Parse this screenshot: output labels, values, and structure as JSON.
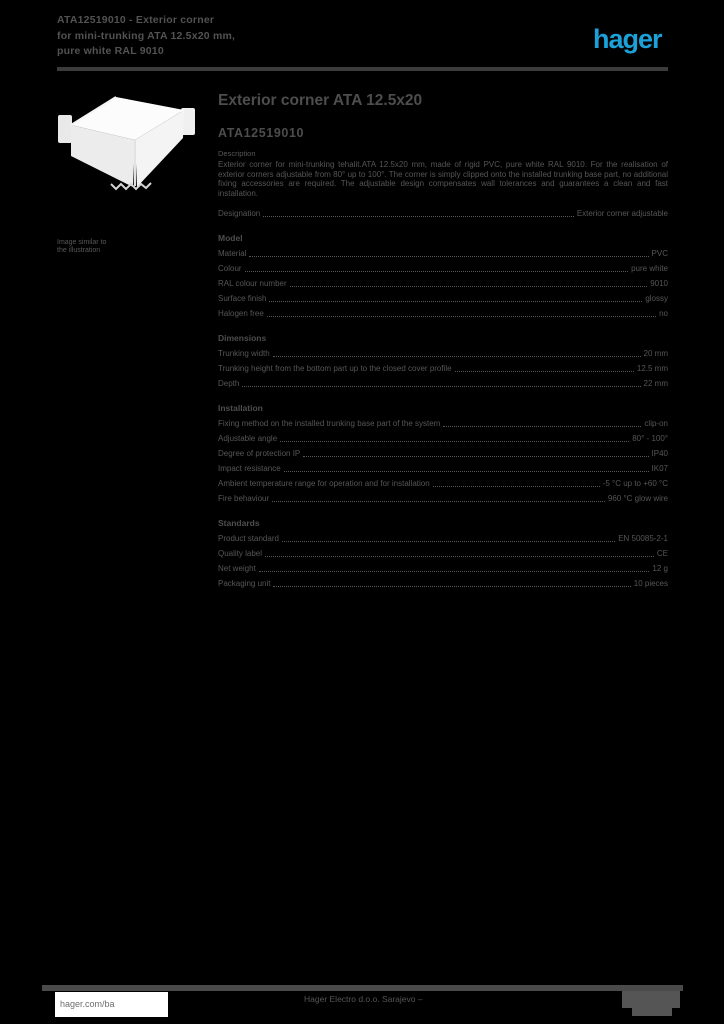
{
  "header": {
    "product_lines": [
      "ATA12519010 - Exterior corner",
      "for mini-trunking ATA 12.5x20 mm,",
      "pure white RAL 9010"
    ],
    "logo_text": "hager",
    "logo_color": "#1ba0d8"
  },
  "image_caption": {
    "line1": "Image similar to",
    "line2": "the illustration"
  },
  "main": {
    "title": "Exterior corner ATA 12.5x20",
    "reference": "ATA12519010",
    "description_label": "Description",
    "description": "Exterior corner for mini-trunking tehalit.ATA 12.5x20 mm, made of rigid PVC, pure white RAL 9010. For the realisation of exterior corners adjustable from 80° up to 100°. The corner is simply clipped onto the installed trunking base part, no additional fixing accessories are required. The adjustable design compensates wall tolerances and guarantees a clean and fast installation."
  },
  "specs": {
    "sections": [
      {
        "title": "",
        "rows": [
          {
            "label": "Designation",
            "value": "Exterior corner adjustable"
          }
        ]
      },
      {
        "title": "Model",
        "rows": [
          {
            "label": "Material",
            "value": "PVC"
          },
          {
            "label": "Colour",
            "value": "pure white"
          },
          {
            "label": "RAL colour number",
            "value": "9010"
          },
          {
            "label": "Surface finish",
            "value": "glossy"
          },
          {
            "label": "Halogen free",
            "value": "no"
          }
        ]
      },
      {
        "title": "Dimensions",
        "rows": [
          {
            "label": "Trunking width",
            "value": "20 mm"
          },
          {
            "label": "Trunking height from the bottom part up to the closed cover profile",
            "value": "12.5 mm"
          },
          {
            "label": "Depth",
            "value": "22 mm"
          }
        ]
      },
      {
        "title": "Installation",
        "rows": [
          {
            "label": "Fixing method on the installed trunking base part of the system",
            "value": "clip-on"
          },
          {
            "label": "Adjustable angle",
            "value": "80° - 100°"
          },
          {
            "label": "Degree of protection IP",
            "value": "IP40"
          },
          {
            "label": "Impact resistance",
            "value": "IK07"
          },
          {
            "label": "Ambient temperature range for operation and for installation",
            "value": "-5 °C up to +60 °C"
          },
          {
            "label": "Fire behaviour",
            "value": "960 °C glow wire"
          }
        ]
      },
      {
        "title": "Standards",
        "rows": [
          {
            "label": "Product standard",
            "value": "EN 50085-2-1"
          },
          {
            "label": "Quality label",
            "value": "CE"
          },
          {
            "label": "Net weight",
            "value": "12 g"
          },
          {
            "label": "Packaging unit",
            "value": "10 pieces"
          }
        ]
      }
    ]
  },
  "footer": {
    "link": "hager.com/ba",
    "center": "Hager Electro d.o.o. Sarajevo –"
  }
}
